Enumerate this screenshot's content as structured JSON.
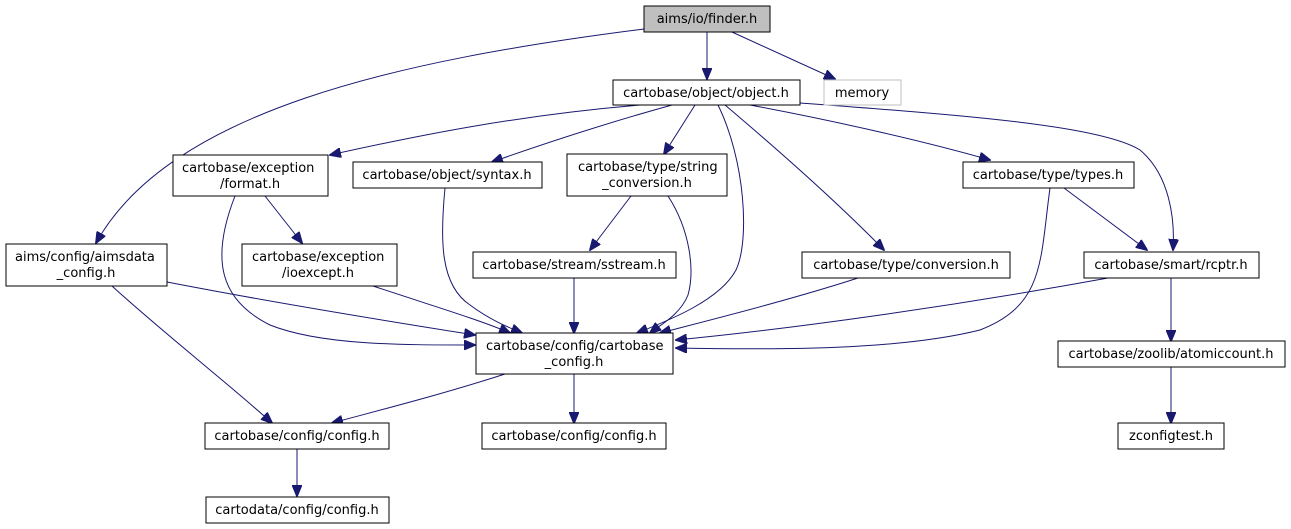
{
  "colors": {
    "edge": "#191970",
    "root_fill": "#bfbfbf",
    "node_border": "#000000",
    "external_border": "#bfbfbf"
  },
  "nodes": {
    "finder": "aims/io/finder.h",
    "object": "cartobase/object/object.h",
    "memory": "memory",
    "format": [
      "cartobase/exception",
      "/format.h"
    ],
    "syntax": "cartobase/object/syntax.h",
    "string_conversion": [
      "cartobase/type/string",
      "_conversion.h"
    ],
    "types": "cartobase/type/types.h",
    "aimsdata_config": [
      "aims/config/aimsdata",
      "_config.h"
    ],
    "ioexcept": [
      "cartobase/exception",
      "/ioexcept.h"
    ],
    "sstream": "cartobase/stream/sstream.h",
    "conversion": "cartobase/type/conversion.h",
    "rcptr": "cartobase/smart/rcptr.h",
    "cartobase_config": [
      "cartobase/config/cartobase",
      "_config.h"
    ],
    "atomiccount": "cartobase/zoolib/atomiccount.h",
    "config_left": "cartobase/config/config.h",
    "config_mid": "cartobase/config/config.h",
    "zconfigtest": "zconfigtest.h",
    "cartodata_config": "cartodata/config/config.h"
  }
}
